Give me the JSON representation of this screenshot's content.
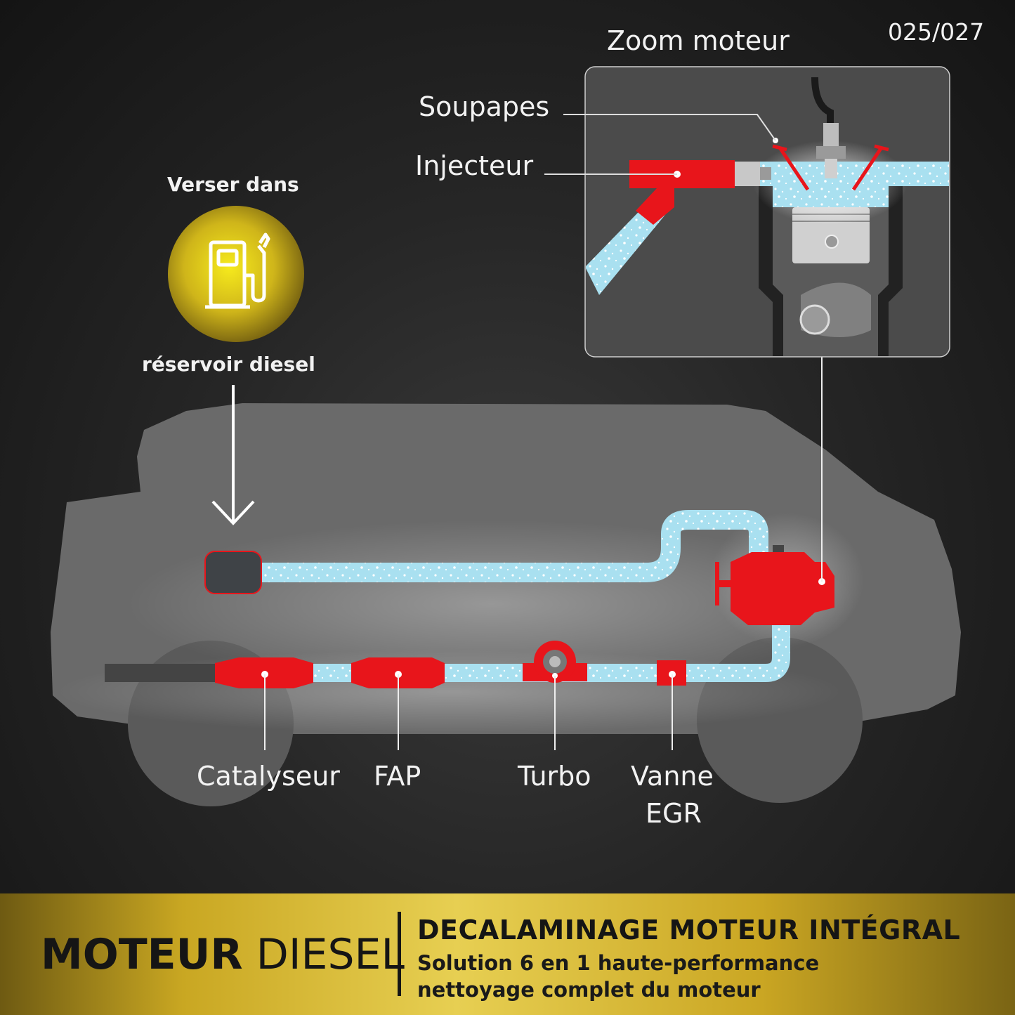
{
  "page_number": "025/027",
  "zoom": {
    "title": "Zoom moteur",
    "labels": {
      "valves": "Soupapes",
      "injector": "Injecteur"
    }
  },
  "fuel": {
    "line1": "Verser dans",
    "line2": "réservoir diesel",
    "icon": "fuel-pump-icon"
  },
  "components": {
    "catalyst": "Catalyseur",
    "dpf": "FAP",
    "turbo": "Turbo",
    "egr_line1": "Vanne",
    "egr_line2": "EGR"
  },
  "footer": {
    "brand_bold": "MOTEUR",
    "brand_light": " DIESEL",
    "title": "DECALAMINAGE MOTEUR INTÉGRAL",
    "subtitle_line1": "Solution 6 en 1 haute-performance",
    "subtitle_line2": "nettoyage complet du moteur"
  },
  "colors": {
    "component_red": "#e8151b",
    "fuel_blue": "#a8dff0",
    "fuel_icon_yellow": "#f5e21a",
    "car_gray": "#6a6a6a",
    "footer_gold": "#d8bb35"
  }
}
